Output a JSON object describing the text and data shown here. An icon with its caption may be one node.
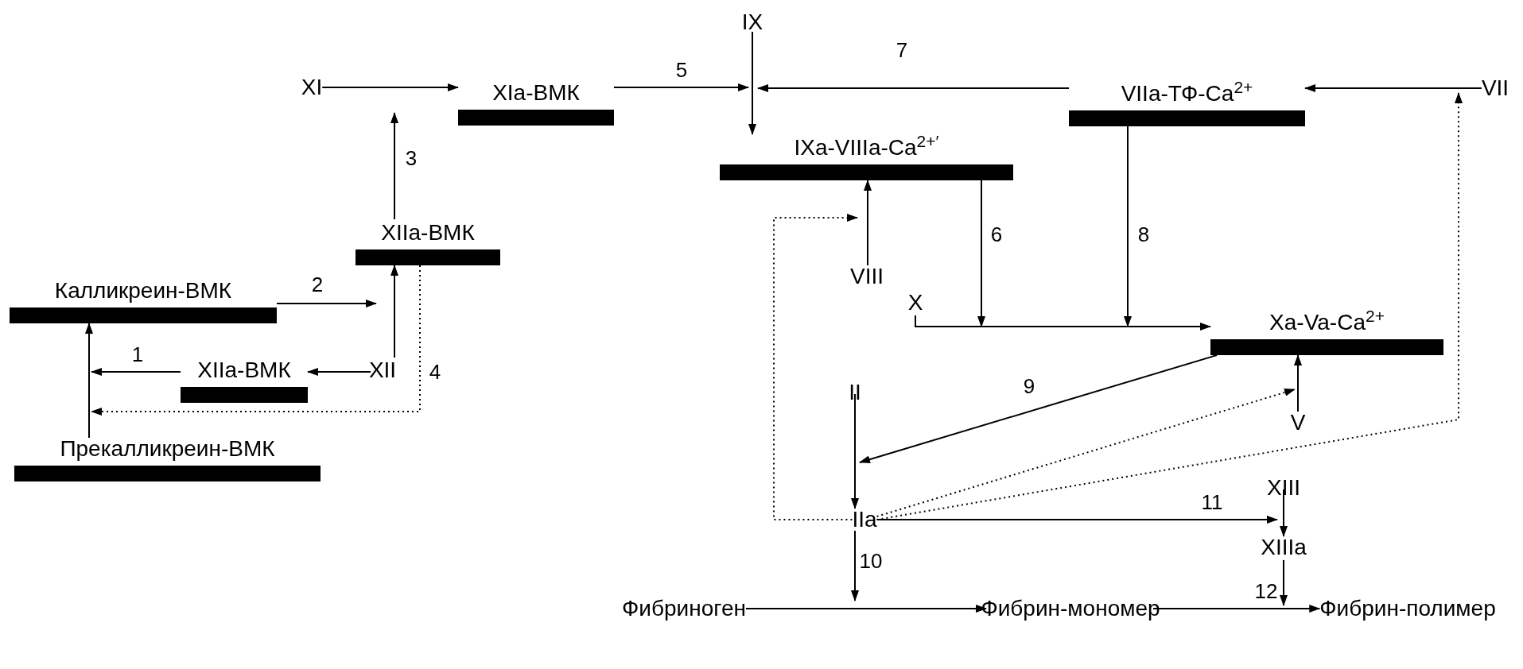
{
  "diagram": {
    "nodes": [
      {
        "text": [
          "XI"
        ]
      },
      {
        "text": [
          "XIa-ВМК"
        ]
      },
      {
        "text": [
          "IX"
        ]
      },
      {
        "text": [
          "IXa-VIIIa-Ca$^{2+′}$"
        ]
      },
      {
        "text": [
          "VIIa-ТФ-Ca$^{2+}$"
        ]
      },
      {
        "text": [
          "VII"
        ]
      },
      {
        "text": [
          "XIIa-ВМК"
        ]
      },
      {
        "text": [
          "Калликреин-ВМК"
        ]
      },
      {
        "text": [
          "XIIa-ВМК"
        ]
      },
      {
        "text": [
          "XII"
        ]
      },
      {
        "text": [
          "Прекалликреин-ВМК"
        ]
      },
      {
        "text": [
          "VIII"
        ]
      },
      {
        "text": [
          "X"
        ]
      },
      {
        "text": [
          "Xa-Va-Ca$^{2+}$"
        ]
      },
      {
        "text": [
          "II"
        ]
      },
      {
        "text": [
          "V"
        ]
      },
      {
        "text": [
          "IIa"
        ]
      },
      {
        "text": [
          "XIII"
        ]
      },
      {
        "text": [
          "XIIIa"
        ]
      },
      {
        "text": [
          "Фибриноген"
        ]
      },
      {
        "text": [
          "Фибрин-мономер"
        ]
      },
      {
        "text": [
          "Фибрин-полимер"
        ]
      }
    ],
    "edges": [
      {
        "from": 10,
        "to": 7,
        "arrow": "to"
      },
      {
        "from": 8,
        "to": null,
        "arrow": "to",
        "label": "1"
      },
      {
        "from": 9,
        "to": 8,
        "arrow": "to"
      },
      {
        "from": 9,
        "to": 6,
        "arrow": "to"
      },
      {
        "from": 7,
        "to": 6,
        "arrow": "to",
        "label": "2"
      },
      {
        "from": 6,
        "to": 10,
        "arrow": "to",
        "label": "4",
        "style": "dashed"
      },
      {
        "from": 6,
        "to": null,
        "arrow": "to",
        "label": "3"
      },
      {
        "from": 0,
        "to": 1,
        "arrow": "to"
      },
      {
        "from": 1,
        "to": null,
        "arrow": "to",
        "label": "5"
      },
      {
        "from": 2,
        "to": 3,
        "arrow": "to"
      },
      {
        "from": 4,
        "to": null,
        "arrow": "to",
        "label": "7"
      },
      {
        "from": 5,
        "to": 4,
        "arrow": "to"
      },
      {
        "from": 11,
        "to": 3,
        "arrow": "to"
      },
      {
        "from": 16,
        "to": 11,
        "arrow": "to",
        "style": "dashed"
      },
      {
        "from": 3,
        "to": null,
        "arrow": "to",
        "label": "6"
      },
      {
        "from": 4,
        "to": null,
        "arrow": "to",
        "label": "8"
      },
      {
        "from": 12,
        "to": 13,
        "arrow": "to"
      },
      {
        "from": 13,
        "to": 16,
        "arrow": "to",
        "label": "9"
      },
      {
        "from": 14,
        "to": 16,
        "arrow": "to"
      },
      {
        "from": 15,
        "to": 13,
        "arrow": "to"
      },
      {
        "from": 16,
        "to": 15,
        "arrow": "to",
        "style": "dashed"
      },
      {
        "from": 16,
        "to": 5,
        "arrow": "to",
        "style": "dashed"
      },
      {
        "from": 16,
        "to": 17,
        "arrow": "to",
        "label": "11"
      },
      {
        "from": 17,
        "to": 18,
        "arrow": "to"
      },
      {
        "from": 16,
        "to": null,
        "arrow": "to",
        "label": "10"
      },
      {
        "from": 19,
        "to": 20,
        "arrow": "to"
      },
      {
        "from": 18,
        "to": 21,
        "arrow": "to",
        "label": "12"
      },
      {
        "from": 20,
        "to": 21,
        "arrow": "to"
      }
    ]
  }
}
